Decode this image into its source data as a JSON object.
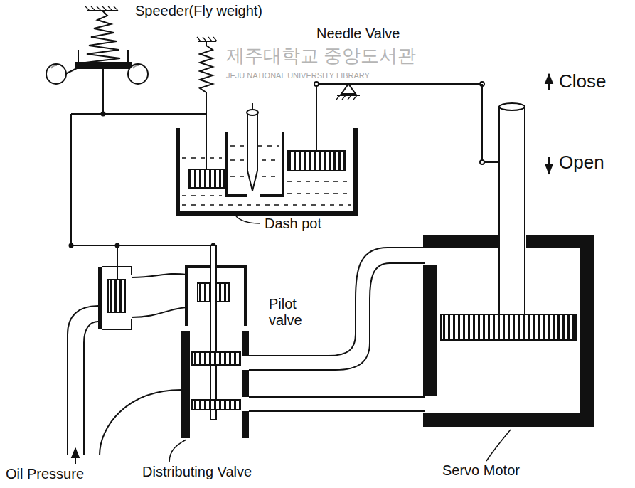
{
  "diagram": {
    "labels": [
      "Speeder(Fly weight)",
      "Needle Valve",
      "제주대학교 중앙도서관",
      "JEJU NATIONAL UNIVERSITY LIBRARY",
      "Close",
      "Open",
      "Dash pot",
      "Pilot valve",
      "Oil Pressure",
      "Distributing Valve",
      "Servo Motor"
    ]
  }
}
